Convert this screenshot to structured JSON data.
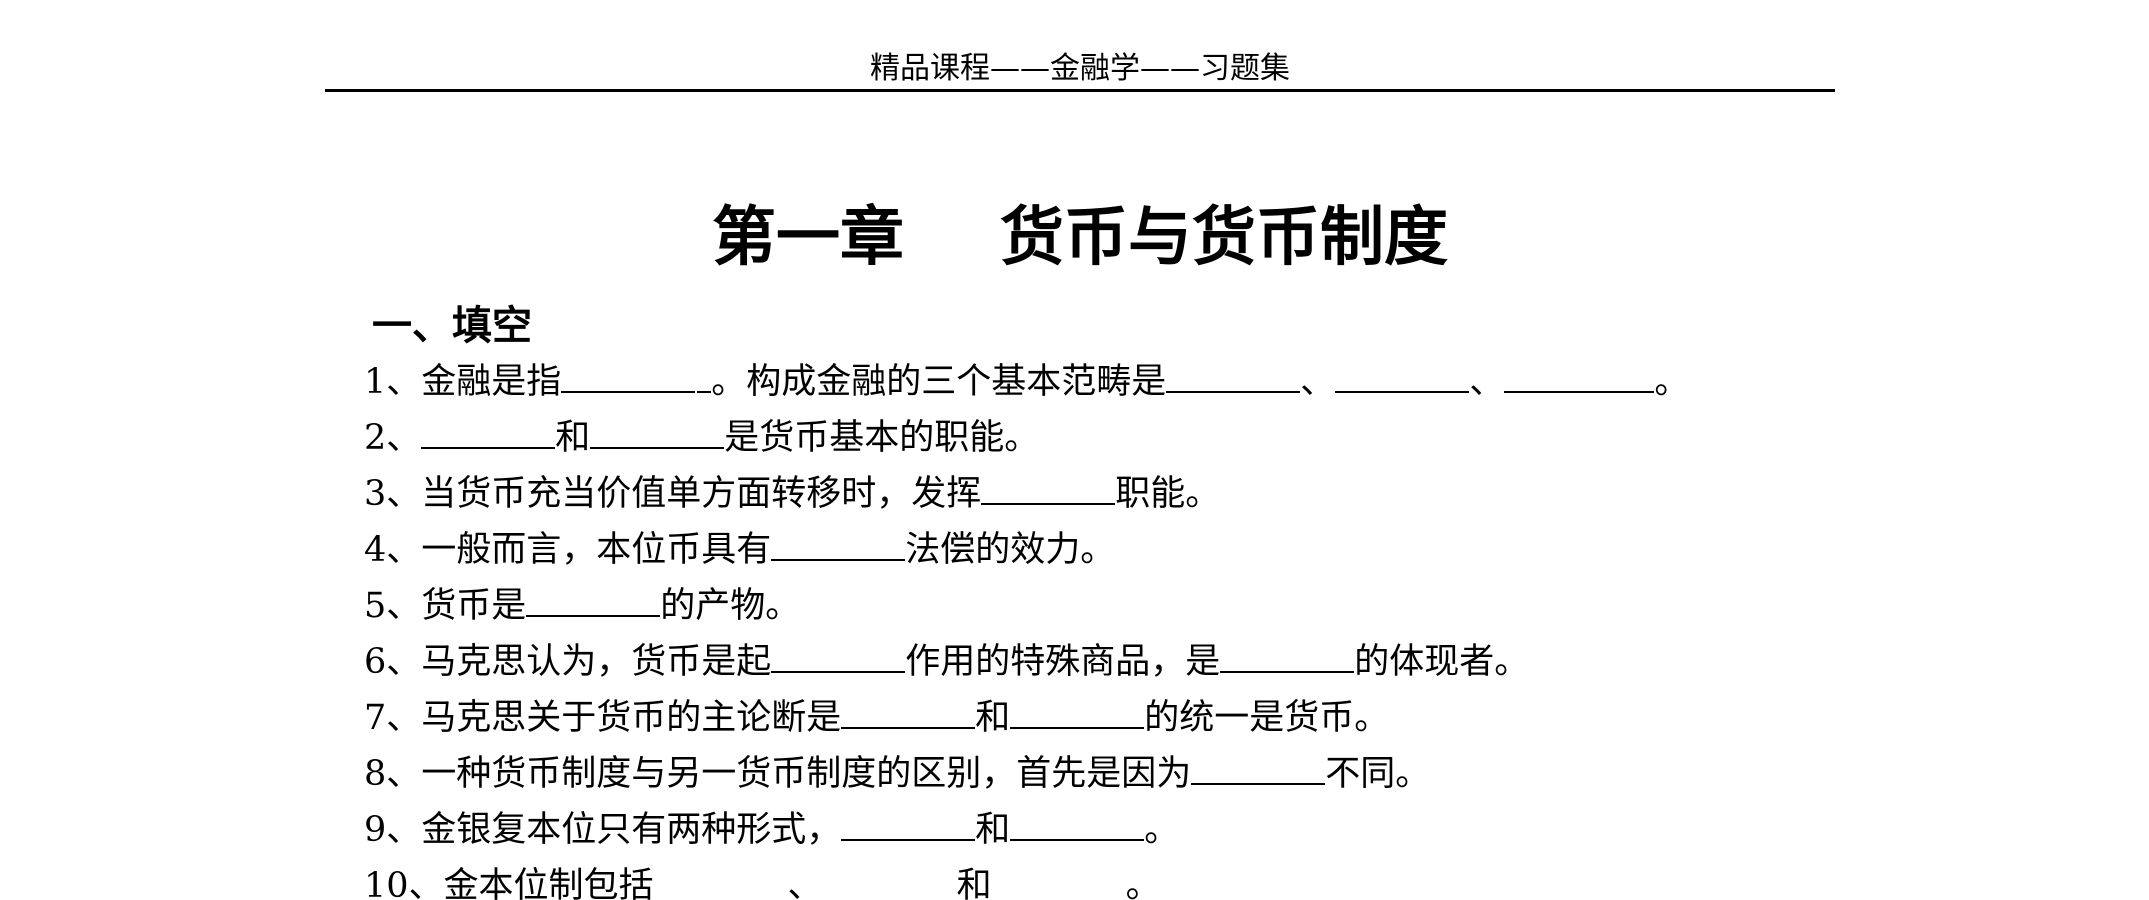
{
  "header": {
    "running_title": "精品课程——金融学——习题集"
  },
  "chapter": {
    "number": "第一章",
    "title": "货币与货币制度"
  },
  "section": {
    "heading": "一、填空"
  },
  "questions": [
    {
      "parts": [
        "1、金融是指",
        "",
        "",
        "。构成金融的三个基本范畴是",
        "、",
        "、",
        "。"
      ]
    },
    {
      "parts": [
        "2、",
        "和",
        "是货币基本的职能。"
      ]
    },
    {
      "parts": [
        "3、当货币充当价值单方面转移时，发挥",
        "职能。"
      ]
    },
    {
      "parts": [
        "4、一般而言，本位币具有",
        "法偿的效力。"
      ]
    },
    {
      "parts": [
        "5、货币是",
        "的产物。"
      ]
    },
    {
      "parts": [
        "6、马克思认为，货币是起",
        "作用的特殊商品，是",
        "的体现者。"
      ]
    },
    {
      "parts": [
        "7、马克思关于货币的主论断是",
        "和",
        "的统一是货币。"
      ]
    },
    {
      "parts": [
        "8、一种货币制度与另一货币制度的区别，首先是因为",
        "不同。"
      ]
    },
    {
      "parts": [
        "9、金银复本位只有两种形式，",
        "和",
        "。"
      ]
    },
    {
      "parts": [
        "10、金本位制包括",
        "、",
        "和",
        "。"
      ]
    }
  ]
}
